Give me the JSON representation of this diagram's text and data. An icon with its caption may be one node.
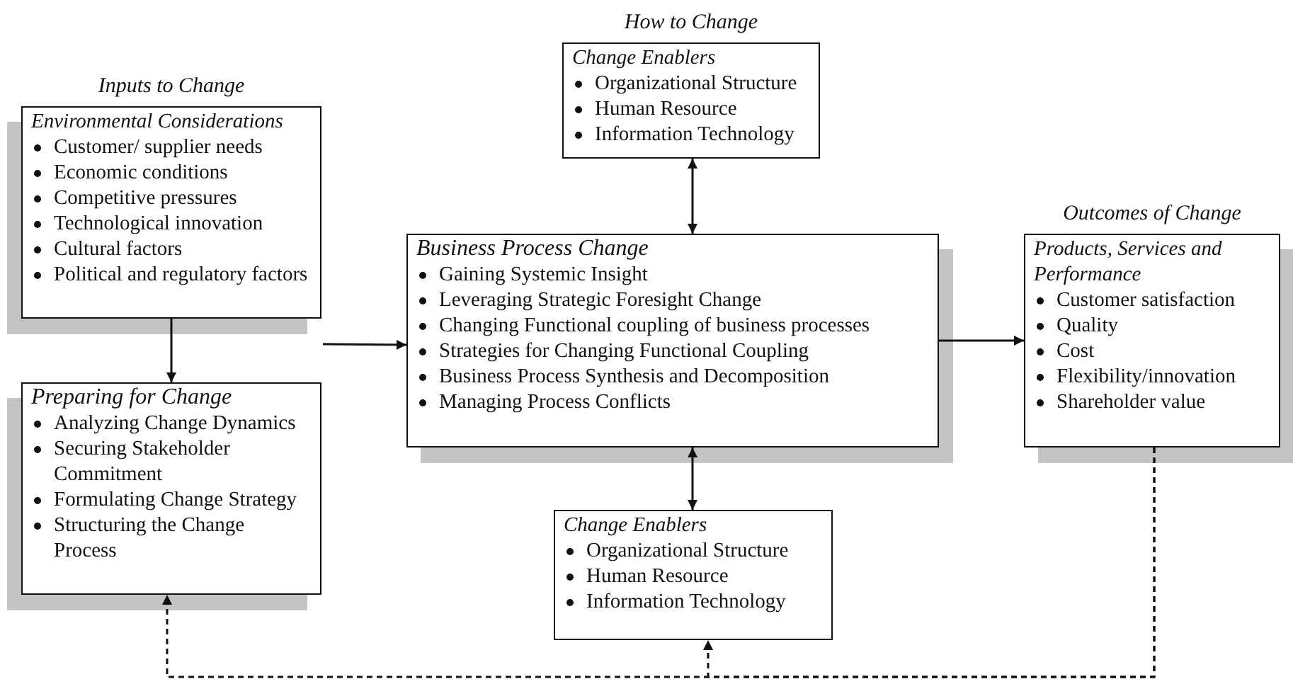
{
  "diagram": {
    "nodes": [
      {
        "text": [
          "Inputs to Change",
          "Environmental Considerations",
          "Customer/ supplier needs",
          "Economic conditions",
          "Competitive pressures",
          "Technological innovation",
          "Cultural factors",
          "Political and regulatory factors"
        ]
      },
      {
        "text": [
          "Preparing for Change",
          "Analyzing Change Dynamics",
          "Securing Stakeholder Commitment",
          "Formulating Change Strategy",
          "Structuring the Change Process"
        ]
      },
      {
        "text": [
          "How to Change",
          "Change Enablers",
          "Organizational Structure",
          "Human Resource",
          "Information Technology"
        ]
      },
      {
        "text": [
          "Business Process Change",
          "Gaining Systemic Insight",
          "Leveraging Strategic Foresight Change",
          "Changing Functional coupling of business processes",
          "Strategies for Changing Functional Coupling",
          "Business Process Synthesis and Decomposition",
          "Managing Process Conflicts"
        ]
      },
      {
        "text": [
          "Change Enablers",
          "Organizational Structure",
          "Human Resource",
          "Information Technology"
        ]
      },
      {
        "text": [
          "Outcomes of Change",
          "Products, Services and Performance",
          "Customer satisfaction",
          "Quality",
          "Cost",
          "Flexibility/innovation",
          "Shareholder value"
        ]
      }
    ],
    "edges": [
      {
        "from": 0,
        "to": 1,
        "arrow": "to"
      },
      {
        "from": null,
        "to": 3,
        "arrow": "to"
      },
      {
        "from": 2,
        "to": 3,
        "arrow": "both"
      },
      {
        "from": 3,
        "to": 4,
        "arrow": "both"
      },
      {
        "from": 3,
        "to": 5,
        "arrow": "to"
      },
      {
        "from": 5,
        "to": 1,
        "arrow": "to",
        "style": "dashed"
      },
      {
        "from": 5,
        "to": 4,
        "arrow": "to",
        "style": "dashed"
      }
    ]
  }
}
